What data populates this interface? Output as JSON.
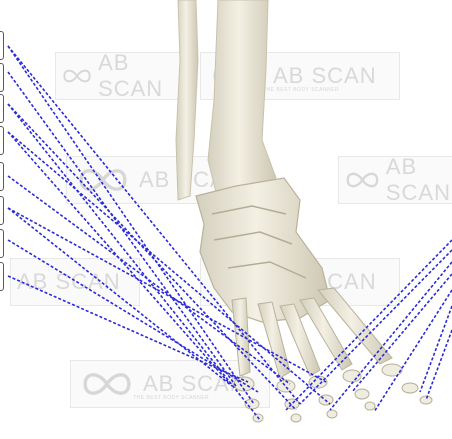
{
  "diagram": {
    "background": "#ffffff",
    "bone_color": "#ece8da",
    "bone_shadow": "#cfc9b5",
    "leader_color": "#2a2ad8",
    "label_count": 8
  },
  "watermark": {
    "text": "AB SCAN",
    "subtitle": "THE BEST BODY SCANNER",
    "logo_icon": "infinity-logo-icon"
  }
}
